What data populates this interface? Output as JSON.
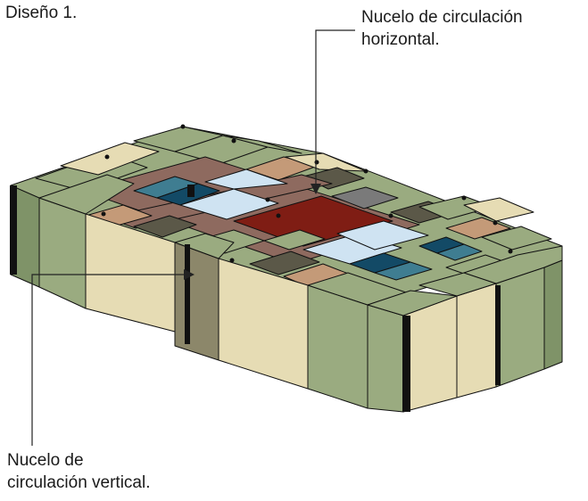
{
  "caption": "Diseño 1.",
  "annotations": {
    "horizontal": {
      "line1": "Nucelo de circulación",
      "line2": "horizontal."
    },
    "vertical": {
      "line1": "Nucelo de",
      "line2": "circulación vertical."
    }
  },
  "colors": {
    "module_green": "#9aab80",
    "module_green_dark": "#7f9368",
    "module_cream": "#e6dcb4",
    "corridor_brown": "#8e6a5f",
    "core_red": "#7f1d14",
    "shaft_olive": "#8c876a",
    "terrace_tan": "#c49a78",
    "dark_olive": "#5b5848",
    "glass_light": "#cfe3f2",
    "glass_teal": "#3f7d91",
    "glass_navy": "#134a66",
    "column_black": "#111111"
  }
}
